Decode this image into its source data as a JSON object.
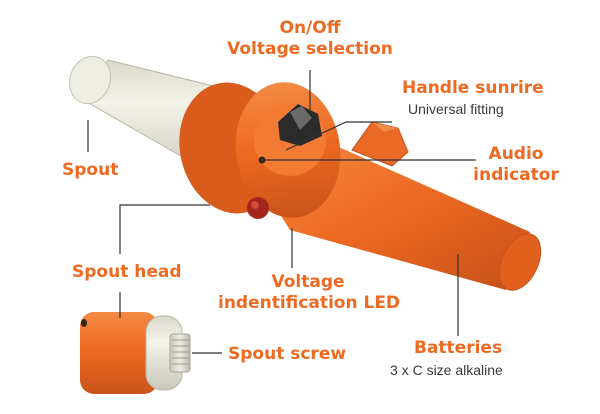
{
  "colors": {
    "accent": "#ee6a22",
    "leader": "#333333",
    "spout": "#e9e8dc",
    "body": "#ee6a22"
  },
  "labels": {
    "on_off": "On/Off",
    "voltage_selection": "Voltage selection",
    "handle_sunrire": "Handle sunrire",
    "universal_fitting": "Universal fitting",
    "spout": "Spout",
    "audio_line1": "Audio",
    "audio_line2": "indicator",
    "spout_head": "Spout head",
    "voltage_line1": "Voltage",
    "voltage_line2": "indentification LED",
    "spout_screw": "Spout screw",
    "batteries": "Batteries",
    "batteries_detail": "3 x C size alkaline"
  }
}
